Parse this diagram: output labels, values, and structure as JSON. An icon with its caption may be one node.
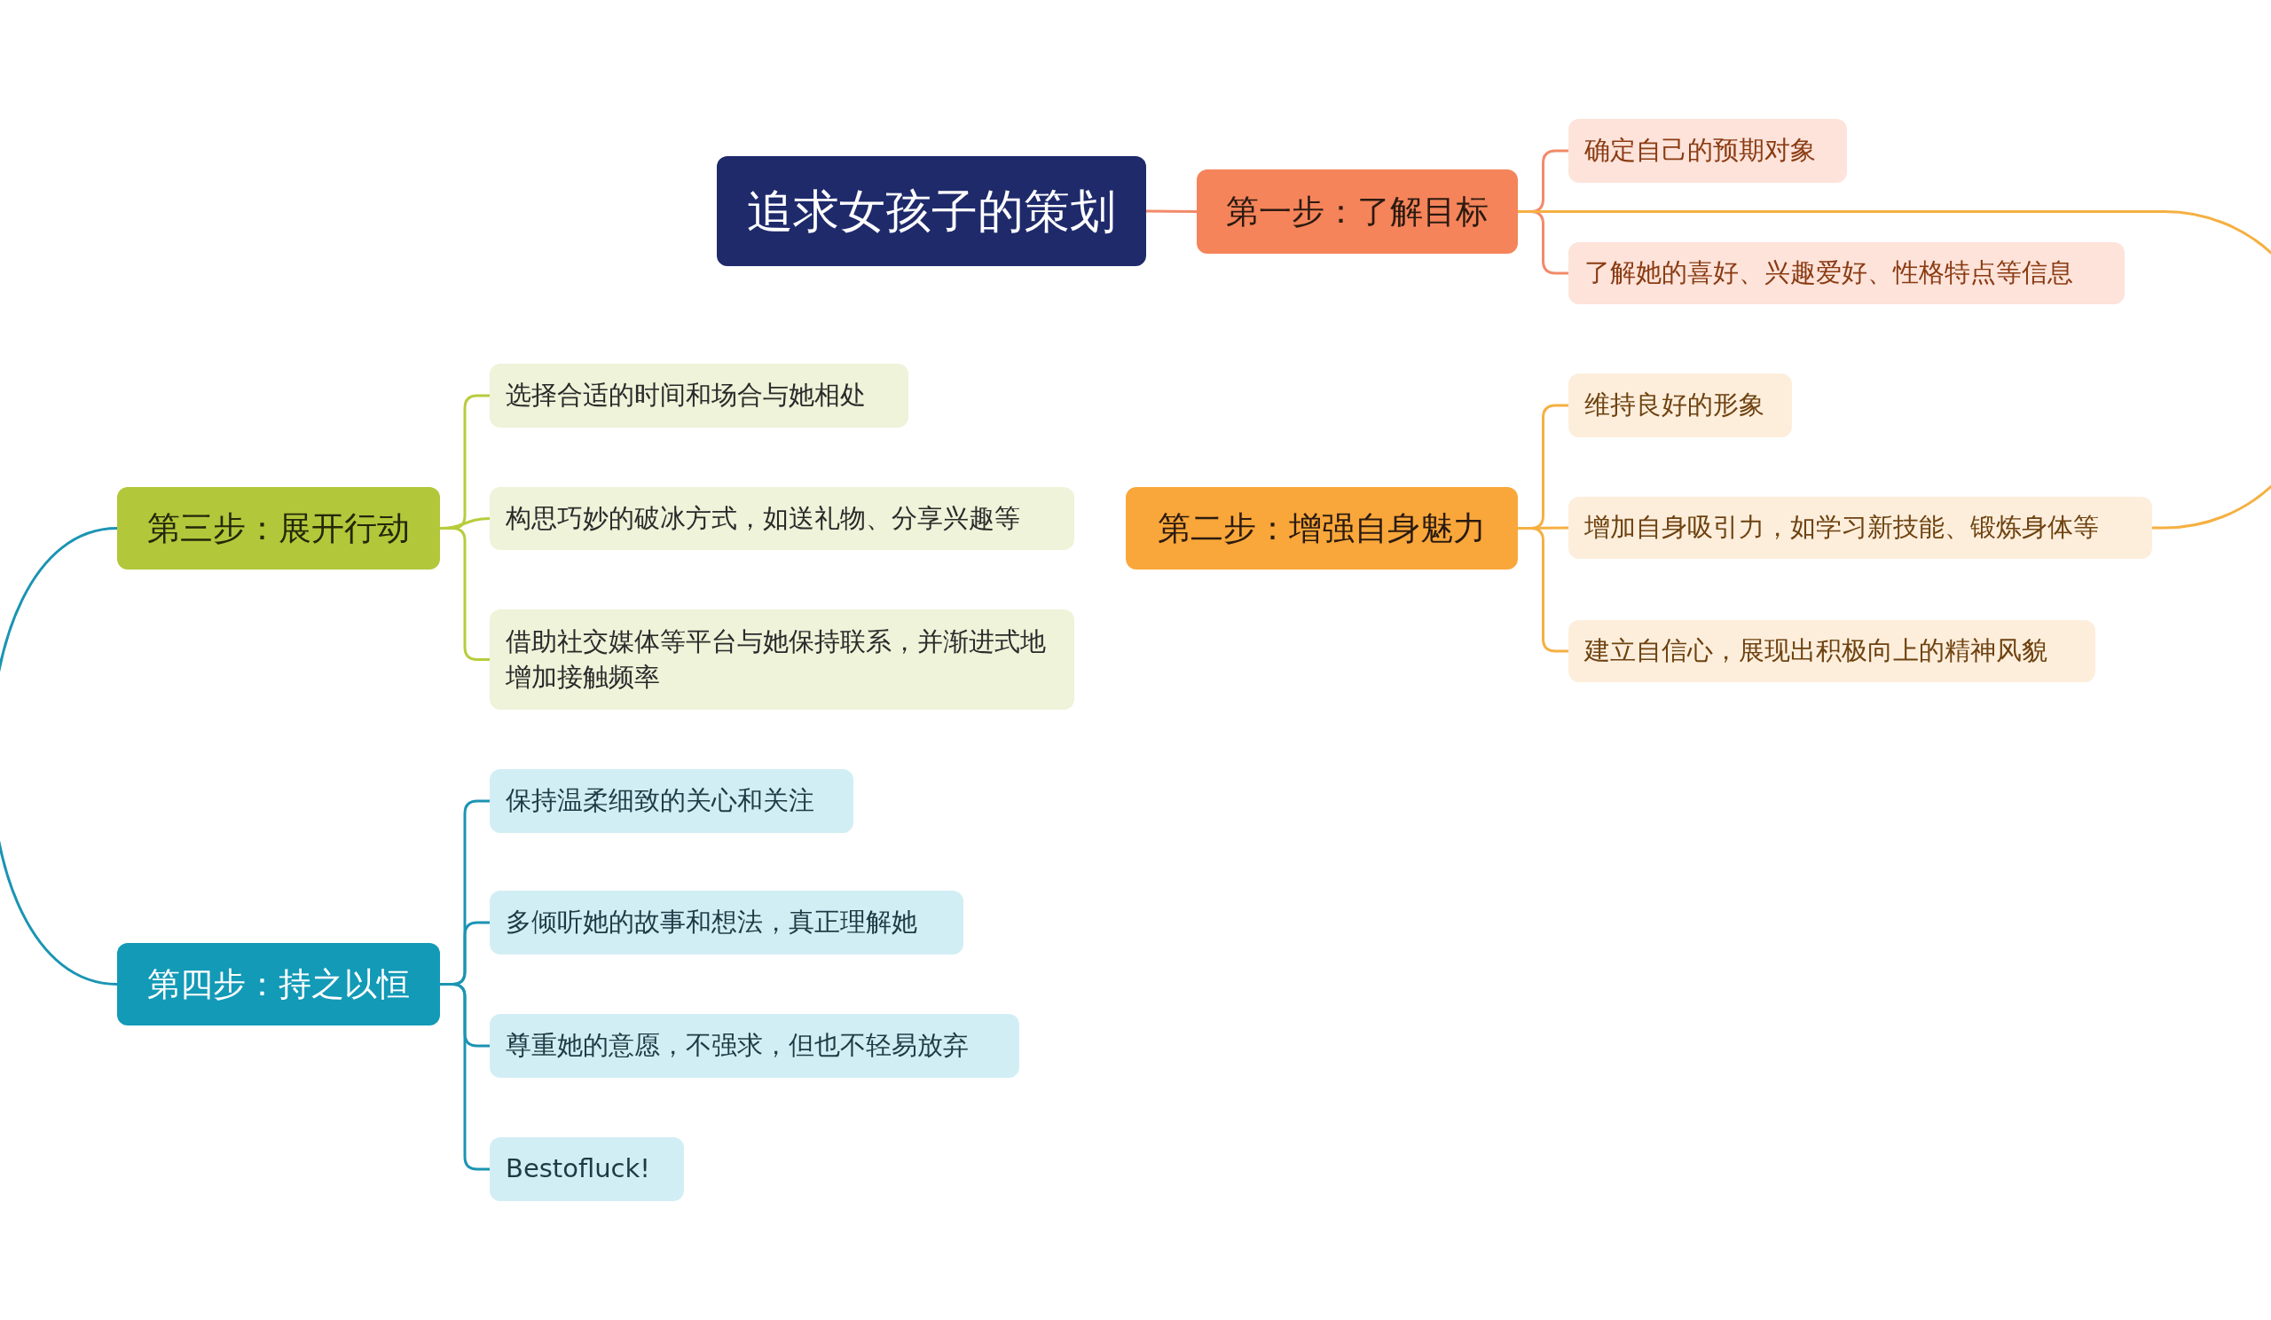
{
  "diagram": {
    "nodes": [
      {
        "text": [
          "追求女孩子的策划"
        ]
      },
      {
        "text": [
          "第一步：了解目标"
        ]
      },
      {
        "text": [
          "确定自己的预期对象"
        ]
      },
      {
        "text": [
          "了解她的喜好、兴趣爱好、性格特点等信息"
        ]
      },
      {
        "text": [
          "第二步：增强自身魅力"
        ]
      },
      {
        "text": [
          "维持良好的形象"
        ]
      },
      {
        "text": [
          "增加自身吸引力，如学习新技能、锻炼身体等"
        ]
      },
      {
        "text": [
          "建立自信心，展现出积极向上的精神风貌"
        ]
      },
      {
        "text": [
          "第三步：展开行动"
        ]
      },
      {
        "text": [
          "选择合适的时间和场合与她相处"
        ]
      },
      {
        "text": [
          "构思巧妙的破冰方式，如送礼物、分享兴趣等"
        ]
      },
      {
        "text": [
          "借助社交媒体等平台与她保持联系，并渐进式地增加接触频率"
        ]
      },
      {
        "text": [
          "第四步：持之以恒"
        ]
      },
      {
        "text": [
          "保持温柔细致的关心和关注"
        ]
      },
      {
        "text": [
          "多倾听她的故事和想法，真正理解她"
        ]
      },
      {
        "text": [
          "尊重她的意愿，不强求，但也不轻易放弃"
        ]
      },
      {
        "text": [
          "Bestofluck!"
        ]
      }
    ],
    "edges": [
      {
        "from": 0,
        "to": 1,
        "arrow": "none",
        "color": "#f28a6a"
      },
      {
        "from": 1,
        "to": 2,
        "arrow": "none",
        "color": "#f28a6a"
      },
      {
        "from": 1,
        "to": 3,
        "arrow": "none",
        "color": "#f28a6a"
      },
      {
        "from": 1,
        "to": 6,
        "arrow": "none",
        "color": "#f5b042"
      },
      {
        "from": 4,
        "to": 5,
        "arrow": "none",
        "color": "#f5b042"
      },
      {
        "from": 4,
        "to": 6,
        "arrow": "none",
        "color": "#f5b042"
      },
      {
        "from": 4,
        "to": 7,
        "arrow": "none",
        "color": "#f5b042"
      },
      {
        "from": 8,
        "to": 9,
        "arrow": "none",
        "color": "#b8cc3c"
      },
      {
        "from": 8,
        "to": 10,
        "arrow": "none",
        "color": "#b8cc3c"
      },
      {
        "from": 8,
        "to": 11,
        "arrow": "none",
        "color": "#b8cc3c"
      },
      {
        "from": 8,
        "to": 12,
        "arrow": "none",
        "color": "#1b94b3"
      },
      {
        "from": 12,
        "to": 13,
        "arrow": "none",
        "color": "#1b94b3"
      },
      {
        "from": 12,
        "to": 14,
        "arrow": "none",
        "color": "#1b94b3"
      },
      {
        "from": 12,
        "to": 15,
        "arrow": "none",
        "color": "#1b94b3"
      },
      {
        "from": 12,
        "to": 16,
        "arrow": "none",
        "color": "#1b94b3"
      }
    ]
  }
}
